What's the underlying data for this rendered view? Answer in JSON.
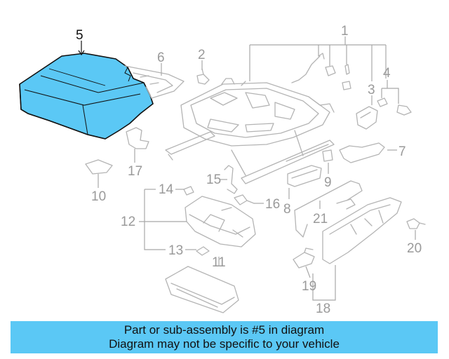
{
  "diagram": {
    "highlight_color": "#5bc8f5",
    "highlighted_part": "5",
    "callouts": {
      "c1": "1",
      "c2": "2",
      "c3": "3",
      "c4": "4",
      "c5": "5",
      "c6": "6",
      "c7": "7",
      "c8": "8",
      "c9": "9",
      "c10": "10",
      "c11": "11",
      "c12": "12",
      "c13": "13",
      "c14": "14",
      "c15": "15",
      "c16": "16",
      "c17": "17",
      "c18": "18",
      "c19": "19",
      "c20": "20",
      "c21": "21"
    }
  },
  "banner": {
    "line1": "Part or sub-assembly is #5 in diagram",
    "line2": "Diagram may not be specific to your vehicle"
  }
}
